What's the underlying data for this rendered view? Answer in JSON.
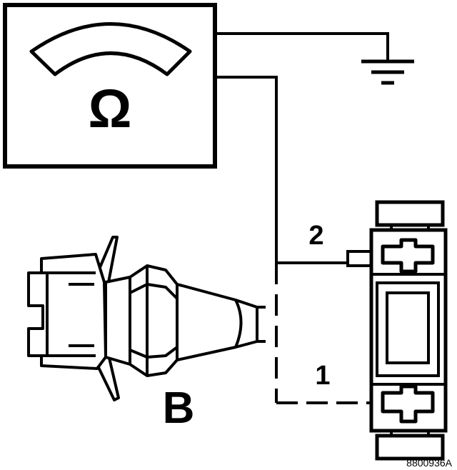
{
  "meter": {
    "symbol": "Ω"
  },
  "labels": {
    "terminal_2": "2",
    "terminal_1": "1",
    "connector_b": "B"
  },
  "figure_ref": "8800936A",
  "icons": {
    "ground": "ground-icon",
    "meter": "ohmmeter-icon"
  },
  "colors": {
    "ink": "#000000",
    "background": "#ffffff"
  }
}
